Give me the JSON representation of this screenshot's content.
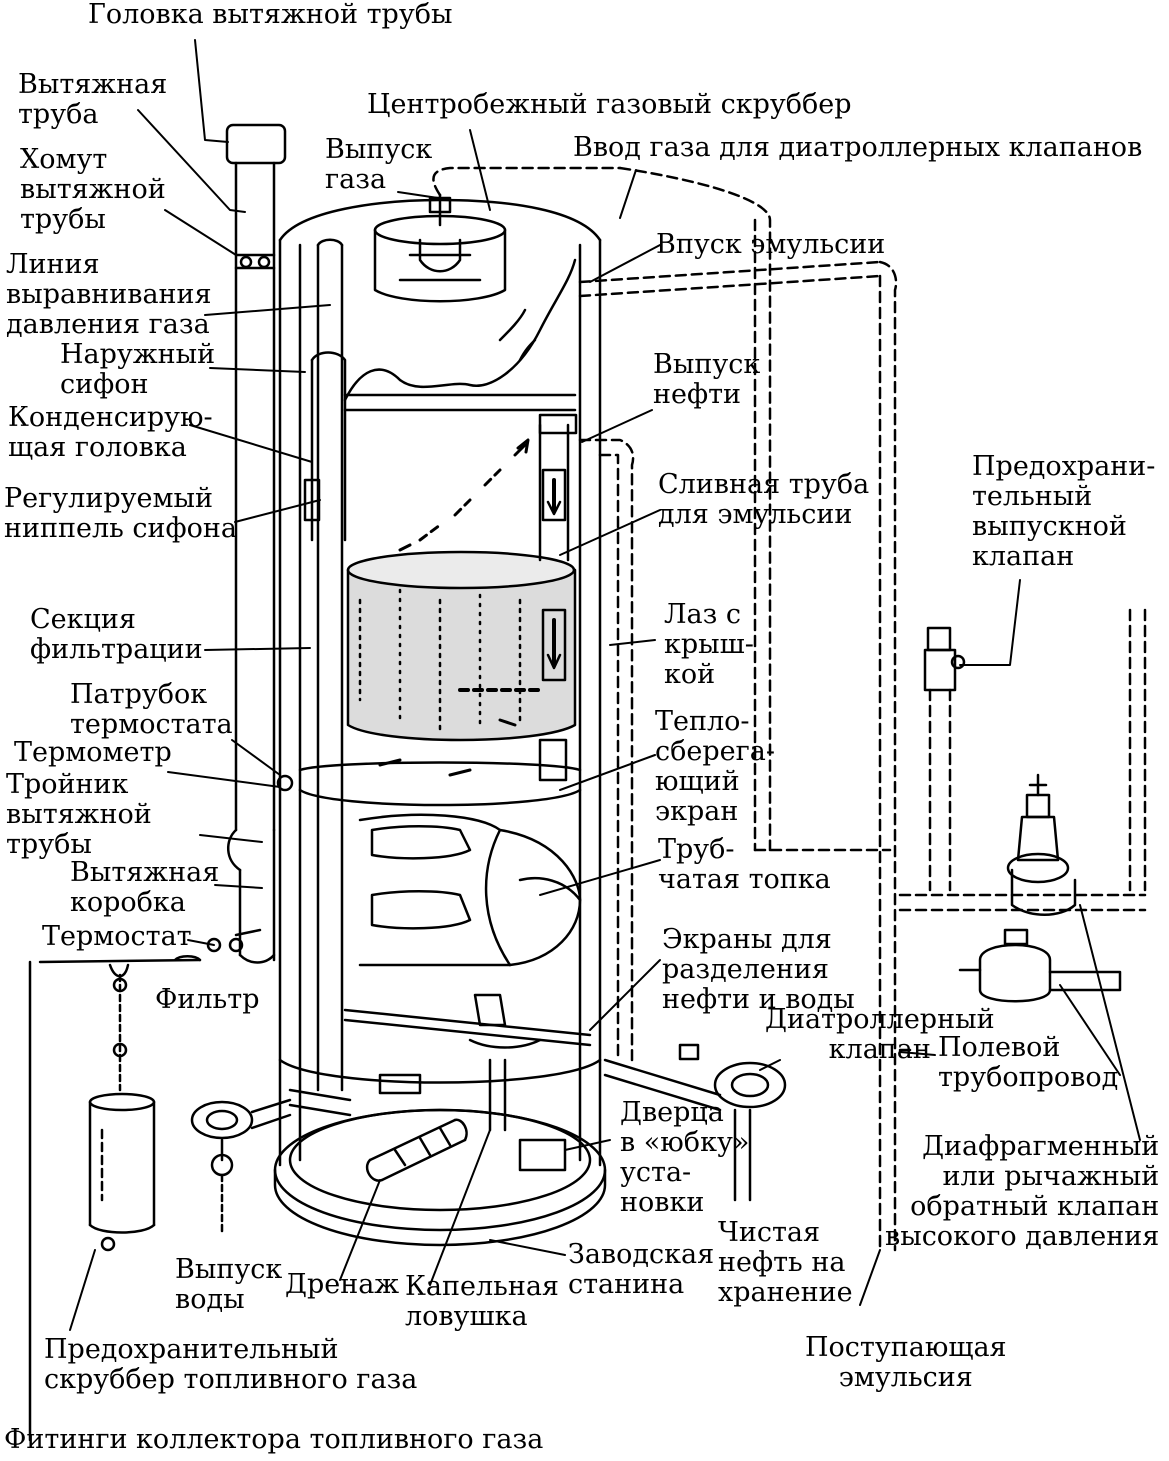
{
  "colors": {
    "ink": "#000000",
    "background": "#ffffff",
    "filter_fill": "#dcdcdc"
  },
  "labels": {
    "exhaust_head": "Головка вытяжной трубы",
    "exhaust_pipe": "Вытяжная\nтруба",
    "centrifugal_scrubber": "Центробежный газовый скруббер",
    "gas_outlet": "Выпуск\nгаза",
    "gas_inlet_valves": "Ввод газа для диатроллерных клапанов",
    "pipe_clamp": "Хомут\nвытяжной\nтрубы",
    "emulsion_inlet": "Впуск эмульсии",
    "pressure_line": "Линия\nвыравнивания\nдавления газа",
    "outer_siphon": "Наружный\nсифон",
    "oil_outlet": "Выпуск\nнефти",
    "condensing_head": "Конденсирую-\nщая головка",
    "siphon_nipple": "Регулируемый\nниппель сифона",
    "emulsion_drain": "Сливная труба\nдля эмульсии",
    "relief_valve": "Предохрани-\nтельный\nвыпускной\nклапан",
    "filter_section": "Секция\nфильтрации",
    "manhole": "Лаз с\nкрыш-\nкой",
    "thermostat_nozzle": "Патрубок\nтермостата",
    "heat_shield": "Тепло-\nсберега-\nющий\nэкран",
    "thermometer": "Термометр",
    "exhaust_tee": "Тройник\nвытяжной\nтрубы",
    "fire_tube": "Труб-\nчатая топка",
    "exhaust_box": "Вытяжная\nкоробка",
    "thermostat": "Термостат",
    "separation_screens": "Экраны для\nразделения\nнефти и воды",
    "filter": "Фильтр",
    "dia_valve": "Диатроллерный\nклапан",
    "field_pipeline": "Полевой\nтрубопровод",
    "skirt_door": "Дверца\nв «юбку»\nуста-\nновки",
    "check_valve": "Диафрагменный\nили рычажный\nобратный клапан\nвысокого давления",
    "clean_oil": "Чистая\nнефть на\nхранение",
    "factory_base": "Заводская\nстанина",
    "water_outlet": "Выпуск\nводы",
    "drain": "Дренаж",
    "drip_trap": "Капельная\nловушка",
    "incoming_emulsion": "Поступающая\nэмульсия",
    "safety_scrubber": "Предохранительный\nскруббер топливного газа",
    "manifold_fittings": "Фитинги коллектора топливного газа"
  }
}
